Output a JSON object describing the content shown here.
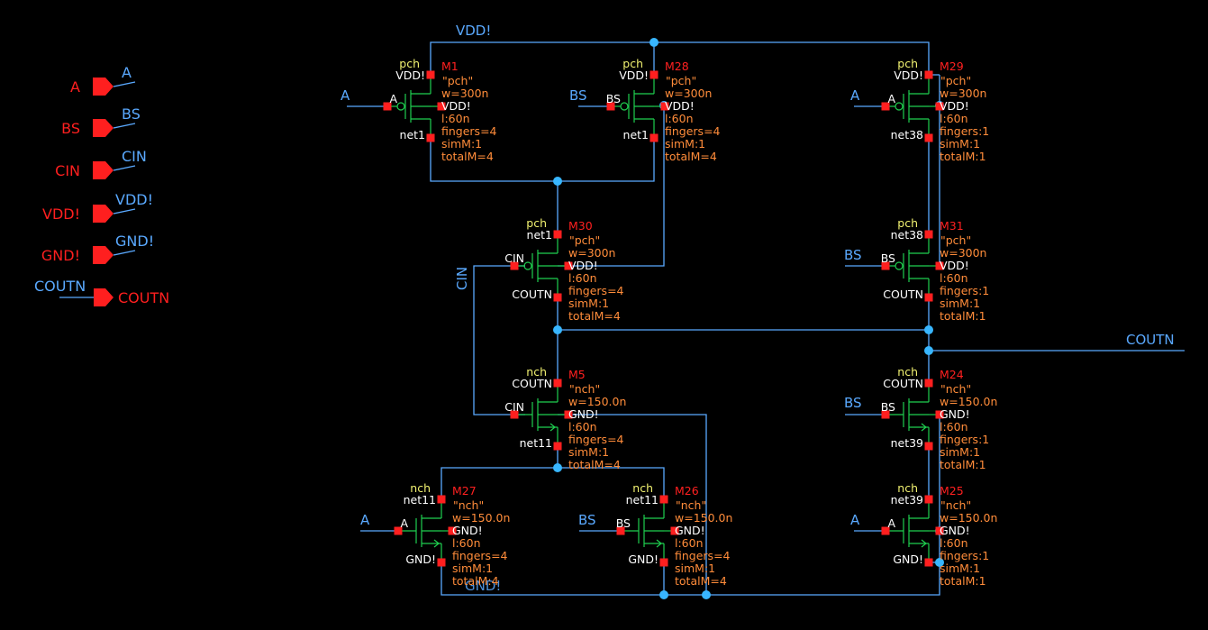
{
  "colors": {
    "background": "#000000",
    "wire": "#5aa9ff",
    "junction": "#38b6ff",
    "pin": "#ff1f1f",
    "transistor": "#1fcf4f",
    "device_name": "#ff2020",
    "device_type": "#f0f070",
    "device_prop": "#ff8c3a",
    "terminal_text": "#ffffff"
  },
  "pins": [
    {
      "name": "A",
      "wire_label": "A"
    },
    {
      "name": "BS",
      "wire_label": "BS"
    },
    {
      "name": "CIN",
      "wire_label": "CIN"
    },
    {
      "name": "VDD!",
      "wire_label": "VDD!"
    },
    {
      "name": "GND!",
      "wire_label": "GND!"
    },
    {
      "name": "COUTN",
      "wire_label": "COUTN"
    }
  ],
  "net_labels": {
    "vdd": "VDD!",
    "gnd": "GND!",
    "cin": "CIN",
    "coutn": "COUTN"
  },
  "devices": [
    {
      "id": "M1",
      "type": "pch",
      "model": "\"pch\"",
      "w": "w=300n",
      "l": "l:60n",
      "fingers": "fingers=4",
      "simM": "simM:1",
      "totalM": "totalM=4",
      "gate_net": "A",
      "gate_pin": "A",
      "top": "VDD!",
      "bulk": "VDD!",
      "bottom": "net1"
    },
    {
      "id": "M28",
      "type": "pch",
      "model": "\"pch\"",
      "w": "w=300n",
      "l": "l:60n",
      "fingers": "fingers=4",
      "simM": "simM:1",
      "totalM": "totalM=4",
      "gate_net": "BS",
      "gate_pin": "BS",
      "top": "VDD!",
      "bulk": "VDD!",
      "bottom": "net1"
    },
    {
      "id": "M29",
      "type": "pch",
      "model": "\"pch\"",
      "w": "w=300n",
      "l": "l:60n",
      "fingers": "fingers:1",
      "simM": "simM:1",
      "totalM": "totalM:1",
      "gate_net": "A",
      "gate_pin": "A",
      "top": "VDD!",
      "bulk": "VDD!",
      "bottom": "net38"
    },
    {
      "id": "M30",
      "type": "pch",
      "model": "\"pch\"",
      "w": "w=300n",
      "l": "l:60n",
      "fingers": "fingers=4",
      "simM": "simM:1",
      "totalM": "totalM=4",
      "gate_net": "",
      "gate_pin": "CIN",
      "top": "net1",
      "bulk": "VDD!",
      "bottom": "COUTN"
    },
    {
      "id": "M31",
      "type": "pch",
      "model": "\"pch\"",
      "w": "w=300n",
      "l": "l:60n",
      "fingers": "fingers:1",
      "simM": "simM:1",
      "totalM": "totalM:1",
      "gate_net": "BS",
      "gate_pin": "BS",
      "top": "net38",
      "bulk": "VDD!",
      "bottom": "COUTN"
    },
    {
      "id": "M5",
      "type": "nch",
      "model": "\"nch\"",
      "w": "w=150.0n",
      "l": "l:60n",
      "fingers": "fingers=4",
      "simM": "simM:1",
      "totalM": "totalM=4",
      "gate_net": "",
      "gate_pin": "CIN",
      "top": "COUTN",
      "bulk": "GND!",
      "bottom": "net11"
    },
    {
      "id": "M24",
      "type": "nch",
      "model": "\"nch\"",
      "w": "w=150.0n",
      "l": "l:60n",
      "fingers": "fingers:1",
      "simM": "simM:1",
      "totalM": "totalM:1",
      "gate_net": "BS",
      "gate_pin": "BS",
      "top": "COUTN",
      "bulk": "GND!",
      "bottom": "net39"
    },
    {
      "id": "M27",
      "type": "nch",
      "model": "\"nch\"",
      "w": "w=150.0n",
      "l": "l:60n",
      "fingers": "fingers=4",
      "simM": "simM:1",
      "totalM": "totalM:4",
      "gate_net": "A",
      "gate_pin": "A",
      "top": "net11",
      "bulk": "GND!",
      "bottom": "GND!"
    },
    {
      "id": "M26",
      "type": "nch",
      "model": "\"nch\"",
      "w": "w=150.0n",
      "l": "l:60n",
      "fingers": "fingers=4",
      "simM": "simM:1",
      "totalM": "totalM=4",
      "gate_net": "BS",
      "gate_pin": "BS",
      "top": "net11",
      "bulk": "GND!",
      "bottom": "GND!"
    },
    {
      "id": "M25",
      "type": "nch",
      "model": "\"nch\"",
      "w": "w=150.0n",
      "l": "l:60n",
      "fingers": "fingers:1",
      "simM": "simM:1",
      "totalM": "totalM:1",
      "gate_net": "A",
      "gate_pin": "A",
      "top": "net39",
      "bulk": "GND!",
      "bottom": "GND!"
    }
  ]
}
